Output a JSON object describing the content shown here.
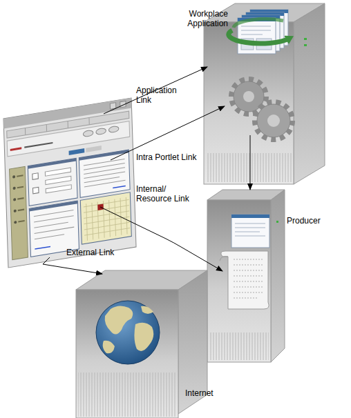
{
  "diagram": {
    "nodes": [
      {
        "text": [
          "Workplace Application"
        ]
      },
      {
        "text": [
          "Producer"
        ]
      },
      {
        "text": [
          "Internet"
        ]
      }
    ],
    "edges": [
      {
        "from": 0,
        "to": 1,
        "arrow": "to"
      }
    ],
    "labels": [
      "Application Link",
      "Intra Portlet Link",
      "Internal/ Resource Link",
      "External Link"
    ]
  }
}
